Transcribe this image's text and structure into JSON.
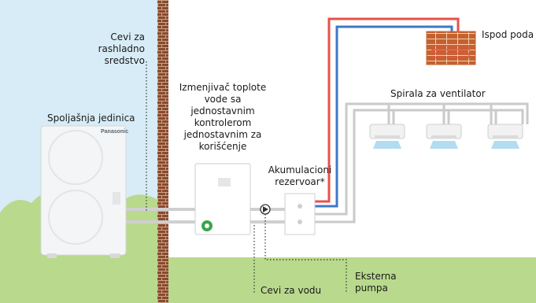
{
  "labels": {
    "refrigerant_pipes": "Cevi za\nrashladno\nsredstvo",
    "outdoor_unit": "Spoljašnja jedinica",
    "heat_exchanger": "Izmenjivač toplote\nvode sa\njednostavnim\nkontrolerom\njednostavnim za\nkorišćenje",
    "buffer_tank": "Akumulacioni\nrezervoar*",
    "underfloor": "Ispod poda",
    "fan_coil": "Spirala za ventilator",
    "water_pipes": "Cevi za vodu",
    "external_pump": "Eksterna\npumpa"
  },
  "brand": "Panasonic",
  "colors": {
    "sky": "#d7ecf6",
    "grass": "#b9d98d",
    "brick": "#8b4a2b",
    "hot_pipe": "#e8504a",
    "cold_pipe": "#3f78c4",
    "pipe_grey": "#c8c8c8",
    "accent_green": "#3aa54a"
  }
}
